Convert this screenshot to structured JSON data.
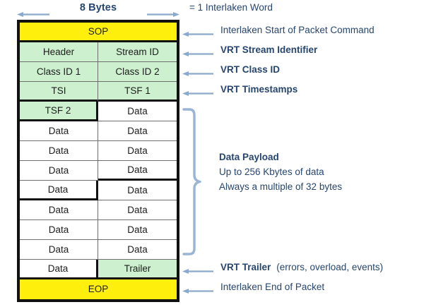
{
  "header": {
    "width_label": "8 Bytes",
    "word_legend": "= 1 Interlaken Word",
    "arrow_left_icon": "arrow-left-icon",
    "arrow_right_icon": "arrow-right-icon"
  },
  "colors": {
    "command_fill": "#ffef0d",
    "vrt_fill": "#cdf1cf",
    "data_fill": "#ffffff",
    "text_blue": "#26456e",
    "arrow_blue": "#8aa9cc",
    "border_dark": "#111111",
    "border_light": "#6e6e6e"
  },
  "packet": {
    "rows": [
      {
        "type": "full",
        "fill": "yellow",
        "cells": [
          "SOP"
        ]
      },
      {
        "type": "split",
        "fill": "green",
        "cells": [
          "Header",
          "Stream ID"
        ]
      },
      {
        "type": "split",
        "fill": "green",
        "cells": [
          "Class ID 1",
          "Class ID 2"
        ]
      },
      {
        "type": "split",
        "fill": "green",
        "cells": [
          "TSI",
          "TSF 1"
        ]
      },
      {
        "type": "split",
        "fill": "mixed",
        "cells": [
          "TSF 2",
          "Data"
        ]
      },
      {
        "type": "split",
        "fill": "white",
        "cells": [
          "Data",
          "Data"
        ]
      },
      {
        "type": "split",
        "fill": "white",
        "cells": [
          "Data",
          "Data"
        ]
      },
      {
        "type": "split",
        "fill": "white",
        "cells": [
          "Data",
          "Data"
        ]
      },
      {
        "type": "split",
        "fill": "white",
        "cells": [
          "Data",
          "Data"
        ]
      },
      {
        "type": "split",
        "fill": "white",
        "cells": [
          "Data",
          "Data"
        ]
      },
      {
        "type": "split",
        "fill": "white",
        "cells": [
          "Data",
          "Data"
        ]
      },
      {
        "type": "split",
        "fill": "white",
        "cells": [
          "Data",
          "Data"
        ]
      },
      {
        "type": "split",
        "fill": "mixed2",
        "cells": [
          "Data",
          "Trailer"
        ]
      },
      {
        "type": "full",
        "fill": "yellow",
        "cells": [
          "EOP"
        ]
      }
    ]
  },
  "annotations": {
    "sop": "Interlaken Start of Packet Command",
    "stream_id": "VRT Stream Identifier",
    "class_id": "VRT Class ID",
    "timestamps": "VRT Timestamps",
    "trailer_title": "VRT Trailer",
    "trailer_detail": "(errors, overload, events)",
    "eop": "Interlaken End of Packet",
    "arrow_icon": "arrow-left-icon"
  },
  "payload": {
    "title": "Data Payload",
    "line1": "Up to 256 Kbytes of data",
    "line2": "Always a multiple of 32 bytes",
    "brace_icon": "curly-brace-icon"
  }
}
